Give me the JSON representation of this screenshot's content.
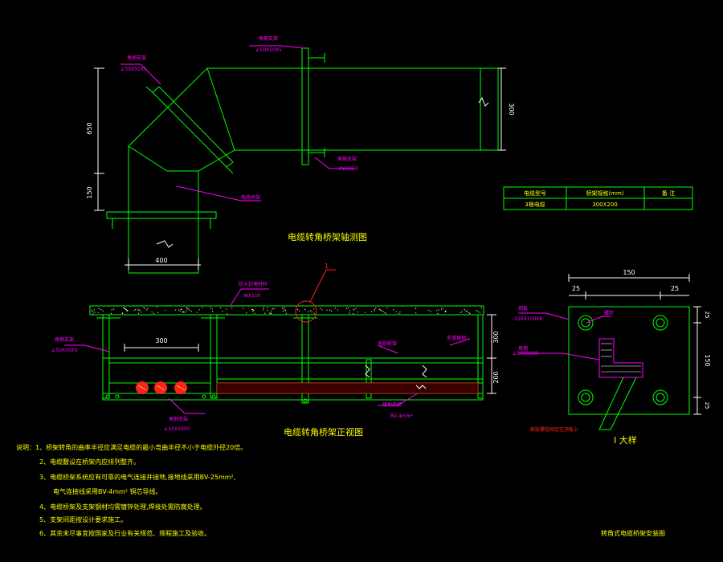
{
  "colors": {
    "background": "#000000",
    "outline": "#00ff00",
    "dimension": "#ffffff",
    "leader": "#ff00ff",
    "note": "#ffff00",
    "cable": "#ff2020",
    "fill": "#ff4040"
  },
  "plan_view": {
    "title": "电缆转角桥架轴测图",
    "dims": {
      "vertical_upper": "650",
      "vertical_lower": "150",
      "width_bottom": "400",
      "height_right": "300"
    },
    "labels": {
      "angle_steel_top": "角钢支架",
      "angle_steel_top_spec": "∠50X50X5",
      "angle_steel_left": "角钢支架",
      "angle_steel_left_spec": "∠50X50X5",
      "angle_steel_right": "角钢支架",
      "angle_steel_right_spec": "PVCX50",
      "tray_body": "电缆桥架"
    }
  },
  "spec_table": {
    "headers": [
      "电缆型号",
      "桥架规格(mm)",
      "备 注"
    ],
    "row": [
      "3根电缆",
      "300X200",
      ""
    ]
  },
  "front_view": {
    "title": "电缆转角桥架正视图",
    "marker": "1",
    "dims": {
      "width_300": "300",
      "height_top": "300",
      "height_bottom": "200"
    },
    "labels": {
      "cover": "防火封堵材料",
      "cover_spec": "WX100",
      "left_support": "角钢支架",
      "left_support_spec": "∠50X50X5",
      "bottom_support": "角钢支架",
      "bottom_support_spec": "∠50X50X5",
      "middle_label": "电缆桥架",
      "right_label": "支撑角钢",
      "ground": "接地扁钢",
      "ground_spec": "BV-4mm²"
    }
  },
  "detail": {
    "title": "I 大样",
    "dims": {
      "top": "150",
      "left_margin": "25",
      "right_margin": "25",
      "side": "150",
      "side_top": "25",
      "side_bottom": "25"
    },
    "labels": {
      "plate": "钢板",
      "plate_spec": "-150X150X8",
      "angle": "角钢",
      "angle_spec": "∠50X50X5",
      "bolt": "螺栓",
      "diag_note": "膨胀螺栓固定在顶板上"
    }
  },
  "notes": {
    "heading": "说明：1、桥架转角的曲率半径应满足电缆的最小弯曲半径不小于电缆外径20倍。",
    "items": [
      "2、电缆敷设在桥架内应排列整齐。",
      "3、电缆桥架系统应有可靠的电气连接并接地,接地线采用BV-25mm²,",
      "电气连接线采用BV-4mm² 铜芯导线。",
      "4、电缆桥架及支架钢材均需镀锌处理,焊接处需防腐处理。",
      "5、支架间距按设计要求施工。",
      "6、其余未尽事宜按国家及行业有关规范、规程施工及验收。"
    ]
  },
  "drawing_title": "转角式电缆桥架安装图"
}
